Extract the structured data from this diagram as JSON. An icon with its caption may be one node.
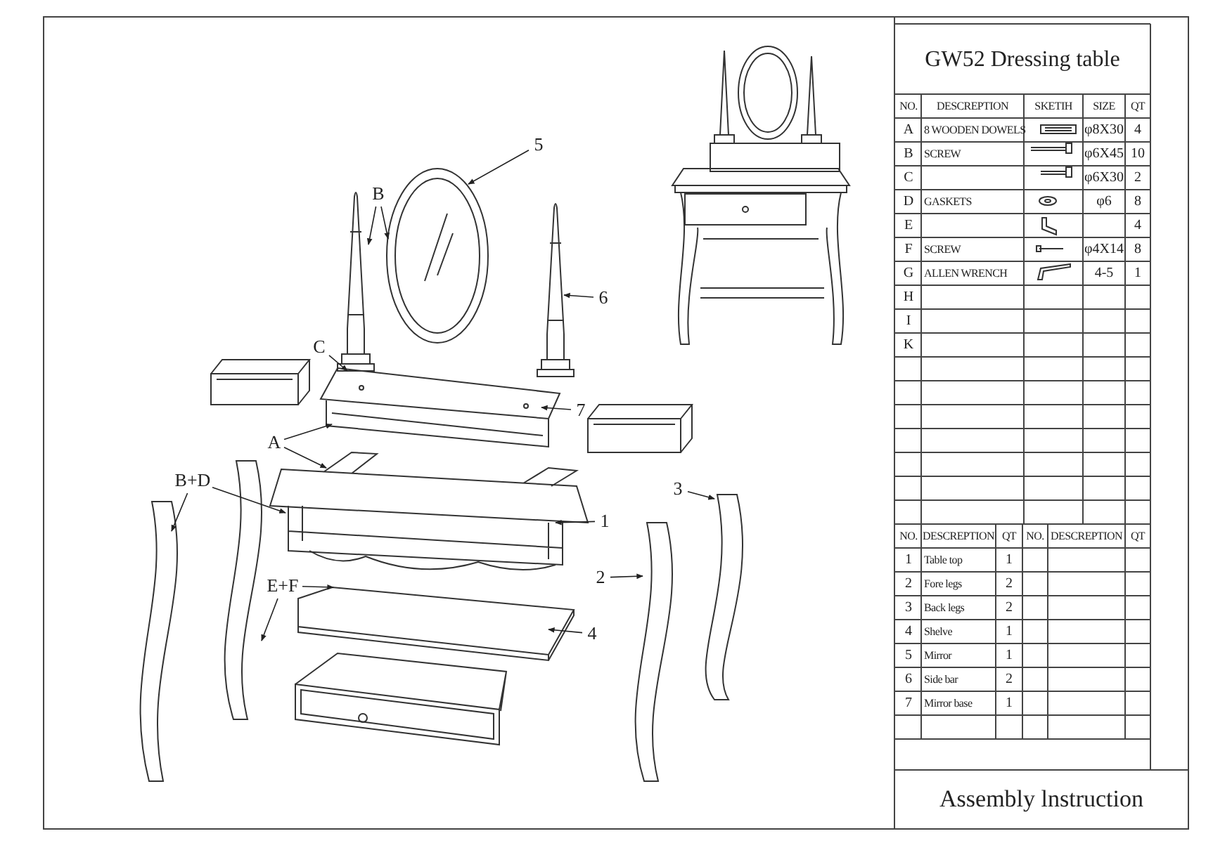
{
  "diagram": {
    "title": "GW52 Dressing table",
    "caption": "Assembly lnstruction",
    "nodes": [
      {
        "text": [
          "5"
        ]
      },
      {
        "text": [
          "B"
        ]
      },
      {
        "text": [
          "6"
        ]
      },
      {
        "text": [
          "C"
        ]
      },
      {
        "text": [
          "7"
        ]
      },
      {
        "text": [
          "A"
        ]
      },
      {
        "text": [
          "B+D"
        ]
      },
      {
        "text": [
          "3"
        ]
      },
      {
        "text": [
          "1"
        ]
      },
      {
        "text": [
          "2"
        ]
      },
      {
        "text": [
          "E+F"
        ]
      },
      {
        "text": [
          "4"
        ]
      },
      {
        "text": [],
        "shape": "picture"
      },
      {
        "text": [],
        "shape": "picture"
      },
      {
        "text": [],
        "shape": "picture"
      },
      {
        "text": [],
        "shape": "picture"
      },
      {
        "text": [],
        "shape": "picture"
      },
      {
        "text": [],
        "shape": "picture"
      },
      {
        "text": [],
        "shape": "picture"
      },
      {
        "text": [],
        "shape": "picture"
      },
      {
        "text": [],
        "shape": "picture"
      },
      {
        "text": [],
        "shape": "picture"
      }
    ],
    "edges": [
      {
        "from": 0,
        "to": 12,
        "arrow": "to"
      },
      {
        "from": 1,
        "to": 13,
        "arrow": "to"
      },
      {
        "from": 1,
        "to": 12,
        "arrow": "to"
      },
      {
        "from": 2,
        "to": 14,
        "arrow": "to"
      },
      {
        "from": 3,
        "to": 15,
        "arrow": "to"
      },
      {
        "from": 4,
        "to": 15,
        "arrow": "to"
      },
      {
        "from": 5,
        "to": 15,
        "arrow": "to"
      },
      {
        "from": 5,
        "to": 16,
        "arrow": "to"
      },
      {
        "from": 6,
        "to": 17,
        "arrow": "to"
      },
      {
        "from": 6,
        "to": 16,
        "arrow": "to"
      },
      {
        "from": 7,
        "to": 21,
        "arrow": "to"
      },
      {
        "from": 8,
        "to": 16,
        "arrow": "to"
      },
      {
        "from": 9,
        "to": 20,
        "arrow": "to"
      },
      {
        "from": 10,
        "to": 18,
        "arrow": "to"
      },
      {
        "from": 10,
        "to": 19,
        "arrow": "to"
      },
      {
        "from": 11,
        "to": 19,
        "arrow": "to"
      }
    ],
    "labels": [
      "NO.",
      "DESCREPTION",
      "SKETIH",
      "SIZE",
      "QT",
      "A",
      "8 WOODEN DOWELS",
      "φ8X30",
      "4",
      "B",
      "SCREW",
      "φ6X45",
      "10",
      "C",
      "φ6X30",
      "2",
      "D",
      "GASKETS",
      "φ6",
      "8",
      "E",
      "4",
      "F",
      "SCREW",
      "φ4X14",
      "8",
      "G",
      "ALLEN WRENCH",
      "4-5",
      "1",
      "H",
      "I",
      "K",
      "NO.",
      "DESCREPTION",
      "QT",
      "NO.",
      "DESCREPTION",
      "QT",
      "1",
      "Table top",
      "1",
      "2",
      "Fore legs",
      "2",
      "3",
      "Back legs",
      "2",
      "4",
      "Shelve",
      "1",
      "5",
      "Mirror",
      "1",
      "6",
      "Side bar",
      "2",
      "7",
      "Mirror base",
      "1"
    ]
  }
}
